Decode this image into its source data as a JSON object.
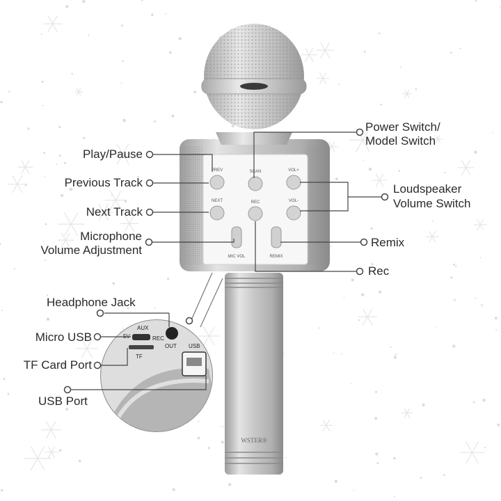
{
  "labels": {
    "play_pause": "Play/Pause",
    "previous_track": "Previous Track",
    "next_track": "Next Track",
    "mic_volume_line1": "Microphone",
    "mic_volume_line2": "Volume Adjustment",
    "headphone_jack": "Headphone Jack",
    "micro_usb": "Micro USB",
    "tf_card_port": "TF Card Port",
    "usb_port": "USB Port",
    "power_switch_line1": "Power Switch/",
    "power_switch_line2": "Model Switch",
    "loudspeaker_line1": "Loudspeaker",
    "loudspeaker_line2": "Volume Switch",
    "remix": "Remix",
    "rec": "Rec"
  },
  "panel_text": {
    "prev": "PREV",
    "next": "NEXT",
    "scan": "SCAN",
    "rec": "REC",
    "vol_up": "VOL+",
    "vol_down": "VOL-",
    "mic_vol": "MIC VOL",
    "remix": "REMIX"
  },
  "port_text": {
    "aux": "AUX",
    "five_v": "5V",
    "rec": "REC",
    "out": "OUT",
    "tf": "TF",
    "usb": "USB"
  },
  "brand": "WSTER®",
  "colors": {
    "body_silver": "#c4c4c4",
    "panel_white": "#f7f7f7",
    "leader_line": "#444444",
    "text": "#2a2a2a",
    "snow": "#e4e4e4"
  }
}
